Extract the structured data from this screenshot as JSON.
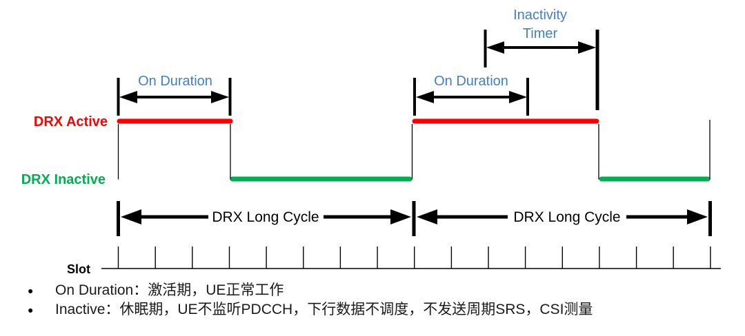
{
  "colors": {
    "active_red": "#FF0000",
    "inactive_green": "#00B050",
    "label_blue": "#4080C8",
    "line_black": "#000000",
    "body_text": "#1A1A1A"
  },
  "diagram": {
    "inactivity_timer_line1": "Inactivity",
    "inactivity_timer_line2": "Timer",
    "on_duration_first": "On Duration",
    "on_duration_second": "On Duration",
    "drx_active_label": "DRX Active",
    "drx_inactive_label": "DRX Inactive",
    "drx_long_cycle_first": "DRX Long Cycle",
    "drx_long_cycle_second": "DRX Long Cycle",
    "slot_label": "Slot"
  },
  "bullets": [
    {
      "marker": "●",
      "text": "On Duration：激活期，UE正常工作"
    },
    {
      "marker": "●",
      "text": "Inactive：休眠期，UE不监听PDCCH，下行数据不调度，不发送周期SRS，CSI测量"
    }
  ]
}
